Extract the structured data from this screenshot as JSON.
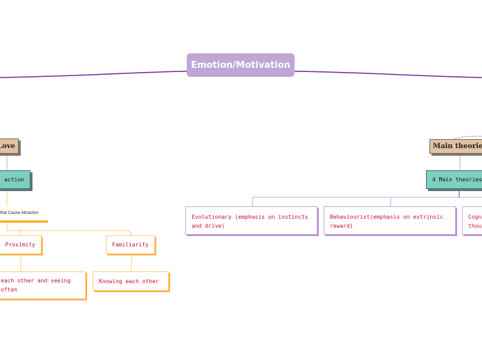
{
  "central": {
    "title": "Emotion/Motivation"
  },
  "left": {
    "topic": "Love",
    "subtopic": "action",
    "factors_label": "that Cause Attraction",
    "factors": [
      {
        "label": "Proximity",
        "detail": "each other and seeing often"
      },
      {
        "label": "Familiarity",
        "detail": "Knowing each other"
      }
    ]
  },
  "right": {
    "topic": "Main theories",
    "subtopic": "4 Main theories",
    "theories": [
      "Evolutionary (emphasis on instincts and drive)",
      "Behaviourist(emphasis on extrinsic reward)",
      "Cogni thou"
    ]
  },
  "colors": {
    "central": "#c0a6d4",
    "main_line": "#6a2d91",
    "topic": "#e3c2a2",
    "subtopic": "#7fcfc1",
    "leaf_text": "#c8102e",
    "orange": "#ffa500"
  }
}
